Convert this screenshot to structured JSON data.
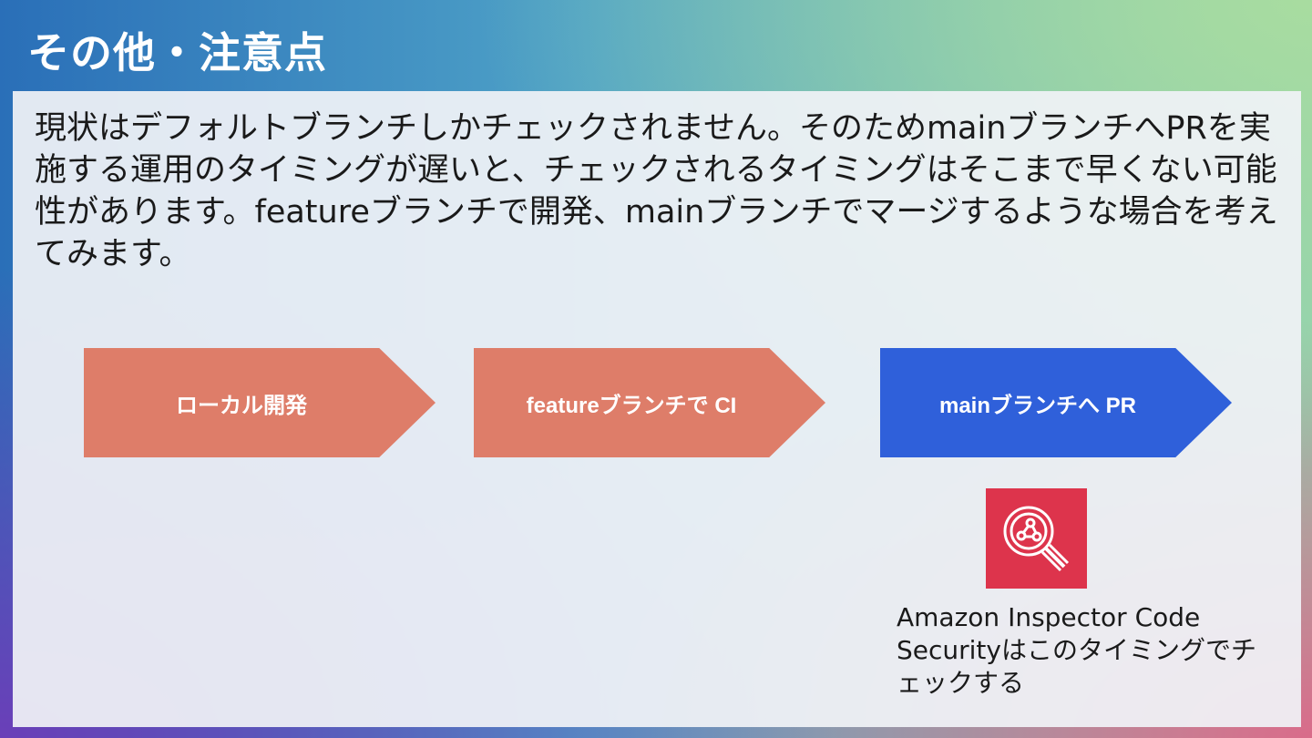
{
  "slide": {
    "title": "その他・注意点",
    "body": "現状はデフォルトブランチしかチェックされません。そのためmainブランチへPRを実施する運用のタイミングが遅いと、チェックされるタイミングはそこまで早くない可能性があります。featureブランチで開発、mainブランチでマージするような場合を考えてみます。"
  },
  "flow": {
    "steps": [
      {
        "label": "ローカル開発",
        "color": "#de7d69"
      },
      {
        "label": "featureブランチで CI",
        "color": "#de7d69"
      },
      {
        "label": "mainブランチへ PR",
        "color": "#2f60da"
      }
    ]
  },
  "inspector": {
    "icon": "magnifier-network-icon",
    "icon_color": "#dd344c",
    "caption": "Amazon Inspector Code Securityはこのタイミングでチェックする"
  }
}
